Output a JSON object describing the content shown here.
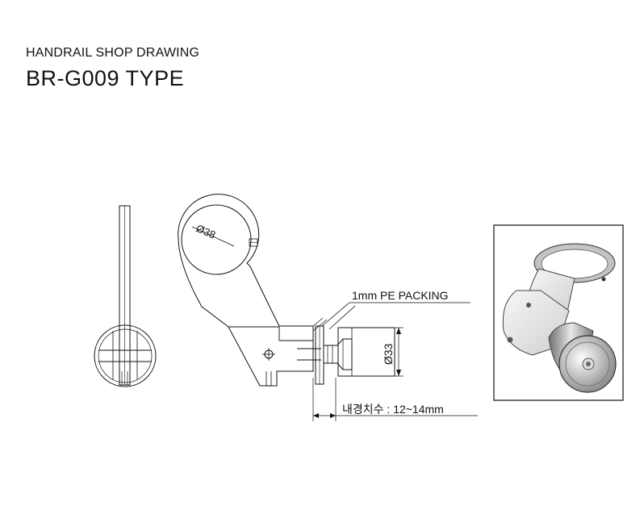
{
  "header": {
    "subtitle": "HANDRAIL SHOP DRAWING",
    "title": "BR-G009 TYPE"
  },
  "labels": {
    "diameter_pipe": "Ø38",
    "packing": "1mm PE PACKING",
    "diameter_disk": "Ø33",
    "thickness": "내경치수 : 12~14mm"
  },
  "colors": {
    "line": "#111111",
    "background": "#ffffff"
  }
}
